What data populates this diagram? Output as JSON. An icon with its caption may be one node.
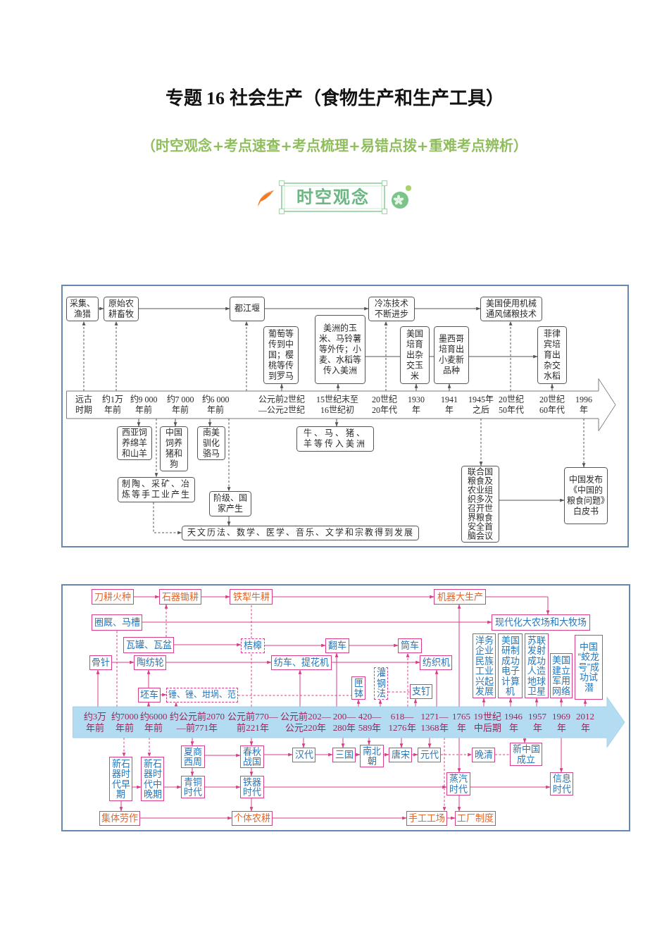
{
  "diagram": {
    "title": "专题 16 社会生产（食物生产和生产工具）",
    "nodes": [
      {
        "text": [
          "时空观念"
        ]
      },
      {
        "text": [
          "采集、渔猎"
        ]
      },
      {
        "text": [
          "原始农耕畜牧"
        ]
      },
      {
        "text": [
          "都江堰"
        ]
      },
      {
        "text": [
          "冷冻技术不断进步"
        ]
      },
      {
        "text": [
          "美国使用机械通风储粮技术"
        ]
      },
      {
        "text": [
          "葡萄等传到中国；樱桃等传到罗马"
        ]
      },
      {
        "text": [
          "美洲的玉米、马铃薯等外传；小麦、水稻等传入美洲"
        ]
      },
      {
        "text": [
          "美国培育出杂交玉米"
        ]
      },
      {
        "text": [
          "墨西哥培育出小麦新品种"
        ]
      },
      {
        "text": [
          "菲律宾培育出杂交水稻"
        ]
      },
      {
        "text": [],
        "shape": "arrow"
      },
      {
        "text": [
          "远古时期"
        ],
        "in": 11
      },
      {
        "text": [
          "约1万年前"
        ],
        "in": 11
      },
      {
        "text": [
          "约9 000年前"
        ],
        "in": 11
      },
      {
        "text": [
          "约7 000年前"
        ],
        "in": 11
      },
      {
        "text": [
          "约6 000年前"
        ],
        "in": 11
      },
      {
        "text": [
          "公元前2世纪—公元2世纪"
        ],
        "in": 11
      },
      {
        "text": [
          "15世纪末至16世纪初"
        ],
        "in": 11
      },
      {
        "text": [
          "20世纪20年代"
        ],
        "in": 11
      },
      {
        "text": [
          "1930年"
        ],
        "in": 11
      },
      {
        "text": [
          "1941年"
        ],
        "in": 11
      },
      {
        "text": [
          "1945年之后"
        ],
        "in": 11
      },
      {
        "text": [
          "20世纪50年代"
        ],
        "in": 11
      },
      {
        "text": [
          "20世纪60年代"
        ],
        "in": 11
      },
      {
        "text": [
          "1996年"
        ],
        "in": 11
      },
      {
        "text": [
          "西亚饲养绵羊和山羊"
        ]
      },
      {
        "text": [
          "中国饲养猪和狗"
        ]
      },
      {
        "text": [
          "南美驯化骆马"
        ]
      },
      {
        "text": [
          "牛、马、猪、羊等传入美洲"
        ]
      },
      {
        "text": [
          "制陶、采矿、冶炼等手工业产生"
        ]
      },
      {
        "text": [
          "阶级、国家产生"
        ]
      },
      {
        "text": [
          "联合国粮食及农业组织多次召开世界粮食安全首脑会议"
        ]
      },
      {
        "text": [
          "中国发布《中国的粮食问题》白皮书"
        ]
      },
      {
        "text": [
          "天文历法、数学、医学、音乐、文学和宗教得到发展"
        ]
      },
      {
        "text": [
          "刀耕火种"
        ]
      },
      {
        "text": [
          "石器锄耕"
        ]
      },
      {
        "text": [
          "铁犁牛耕"
        ]
      },
      {
        "text": [
          "机器大生产"
        ]
      },
      {
        "text": [
          "圈厩、马槽"
        ]
      },
      {
        "text": [
          "现代化大农场和大牧场"
        ]
      },
      {
        "text": [
          "瓦罐、瓦盆"
        ]
      },
      {
        "text": [
          "桔槔"
        ]
      },
      {
        "text": [
          "翻车"
        ]
      },
      {
        "text": [
          "筒车"
        ]
      },
      {
        "text": [
          "骨针"
        ]
      },
      {
        "text": [
          "陶纺轮"
        ]
      },
      {
        "text": [
          "纺车、提花机"
        ]
      },
      {
        "text": [
          "纺织机"
        ]
      },
      {
        "text": [
          "洋务企业民族工业兴起发展"
        ]
      },
      {
        "text": [
          "美国研制成功电子计算机"
        ]
      },
      {
        "text": [
          "苏联发射成功人造地球卫星"
        ]
      },
      {
        "text": [
          "美国建立军用网络"
        ]
      },
      {
        "text": [
          "中国“蛟龙号”成功试潜"
        ]
      },
      {
        "text": [
          "匣钵"
        ]
      },
      {
        "text": [
          "灌钢法"
        ]
      },
      {
        "text": [
          "坯车"
        ]
      },
      {
        "text": [
          "锤、锉、坩埚、范"
        ]
      },
      {
        "text": [
          "支钉"
        ]
      },
      {
        "text": [],
        "shape": "arrow"
      },
      {
        "text": [
          "约3万年前"
        ],
        "in": 59
      },
      {
        "text": [
          "约7000年前"
        ],
        "in": 59
      },
      {
        "text": [
          "约6000年前"
        ],
        "in": 59
      },
      {
        "text": [
          "约公元前2070—前771年"
        ],
        "in": 59
      },
      {
        "text": [
          "公元前770—前221年"
        ],
        "in": 59
      },
      {
        "text": [
          "公元前202—公元220年"
        ],
        "in": 59
      },
      {
        "text": [
          "200—280年"
        ],
        "in": 59
      },
      {
        "text": [
          "420—589年"
        ],
        "in": 59
      },
      {
        "text": [
          "618—1276年"
        ],
        "in": 59
      },
      {
        "text": [
          "1271—1368年"
        ],
        "in": 59
      },
      {
        "text": [
          "1765年"
        ],
        "in": 59
      },
      {
        "text": [
          "19世纪中后期"
        ],
        "in": 59
      },
      {
        "text": [
          "1946年"
        ],
        "in": 59
      },
      {
        "text": [
          "1957年"
        ],
        "in": 59
      },
      {
        "text": [
          "1969年"
        ],
        "in": 59
      },
      {
        "text": [
          "2012年"
        ],
        "in": 59
      },
      {
        "text": [
          "夏商西周"
        ]
      },
      {
        "text": [
          "春秋战国"
        ]
      },
      {
        "text": [
          "汉代"
        ]
      },
      {
        "text": [
          "三国"
        ]
      },
      {
        "text": [
          "南北朝"
        ]
      },
      {
        "text": [
          "唐宋"
        ]
      },
      {
        "text": [
          "元代"
        ]
      },
      {
        "text": [
          "晚清"
        ]
      },
      {
        "text": [
          "新中国成立"
        ]
      },
      {
        "text": [
          "新石器时代早期"
        ]
      },
      {
        "text": [
          "新石器时代中晚期"
        ]
      },
      {
        "text": [
          "青铜时代"
        ]
      },
      {
        "text": [
          "铁器时代"
        ]
      },
      {
        "text": [
          "蒸汽时代"
        ]
      },
      {
        "text": [
          "信息时代"
        ]
      },
      {
        "text": [
          "集体劳作"
        ]
      },
      {
        "text": [
          "个体农耕"
        ]
      },
      {
        "text": [
          "手工工场"
        ]
      },
      {
        "text": [
          "工厂制度"
        ]
      }
    ],
    "edges": [
      {
        "from": 1,
        "to": 2,
        "arrow": "to",
        "color": "#555555"
      },
      {
        "from": 2,
        "to": 3,
        "arrow": "to",
        "color": "#555555"
      },
      {
        "from": 3,
        "to": 4,
        "arrow": "to",
        "color": "#555555"
      },
      {
        "from": 4,
        "to": 5,
        "arrow": "to",
        "color": "#555555"
      },
      {
        "from": 7,
        "to": 8,
        "arrow": "none",
        "color": "#555555"
      },
      {
        "from": 8,
        "to": 9,
        "arrow": "none",
        "color": "#555555"
      },
      {
        "from": 9,
        "to": 10,
        "arrow": "to",
        "color": "#555555"
      },
      {
        "from": 12,
        "to": 1,
        "arrow": "to",
        "style": "dashed",
        "color": "#555555"
      },
      {
        "from": 13,
        "to": 2,
        "arrow": "to",
        "style": "dashed",
        "color": "#555555"
      },
      {
        "from": 11,
        "to": 3,
        "arrow": "to",
        "style": "dashed",
        "color": "#555555"
      },
      {
        "from": 17,
        "to": 6,
        "arrow": "to",
        "color": "#555555"
      },
      {
        "from": 18,
        "to": 7,
        "arrow": "to",
        "color": "#555555"
      },
      {
        "from": 19,
        "to": 4,
        "arrow": "to",
        "style": "dashed",
        "color": "#555555"
      },
      {
        "from": 20,
        "to": 8,
        "arrow": "to",
        "color": "#555555"
      },
      {
        "from": 21,
        "to": 9,
        "arrow": "to",
        "color": "#555555"
      },
      {
        "from": 23,
        "to": 5,
        "arrow": "to",
        "style": "dashed",
        "color": "#555555"
      },
      {
        "from": 24,
        "to": 10,
        "arrow": "to",
        "color": "#555555"
      },
      {
        "from": 14,
        "to": 26,
        "arrow": "to",
        "color": "#555555"
      },
      {
        "from": 15,
        "to": 27,
        "arrow": "to",
        "color": "#555555"
      },
      {
        "from": 16,
        "to": 28,
        "arrow": "to",
        "color": "#555555"
      },
      {
        "from": 18,
        "to": 29,
        "arrow": "to",
        "color": "#555555"
      },
      {
        "from": 11,
        "to": 30,
        "arrow": "to",
        "style": "dashed",
        "color": "#555555"
      },
      {
        "from": 11,
        "to": 31,
        "arrow": "to",
        "style": "dashed",
        "color": "#555555"
      },
      {
        "from": 22,
        "to": 32,
        "arrow": "to",
        "style": "dashed",
        "color": "#555555"
      },
      {
        "from": 25,
        "to": 33,
        "arrow": "to",
        "style": "dashed",
        "color": "#555555"
      },
      {
        "from": 32,
        "to": 33,
        "arrow": "to",
        "color": "#555555"
      },
      {
        "from": 30,
        "to": 34,
        "arrow": "to",
        "style": "dashed",
        "color": "#555555"
      },
      {
        "from": 31,
        "to": 34,
        "arrow": "to",
        "color": "#555555"
      },
      {
        "from": 35,
        "to": 36,
        "arrow": "to"
      },
      {
        "from": 36,
        "to": 37,
        "arrow": "to"
      },
      {
        "from": 37,
        "to": 38,
        "arrow": "to"
      },
      {
        "from": 38,
        "to": 40,
        "arrow": "to"
      },
      {
        "from": 39,
        "to": 40,
        "arrow": "to"
      },
      {
        "from": 41,
        "to": 42,
        "arrow": "to"
      },
      {
        "from": 42,
        "to": 43,
        "arrow": "to"
      },
      {
        "from": 43,
        "to": 44,
        "arrow": "to"
      },
      {
        "from": 45,
        "to": 46,
        "arrow": "to"
      },
      {
        "from": 46,
        "to": 47,
        "arrow": "to"
      },
      {
        "from": 47,
        "to": 48,
        "arrow": "to"
      },
      {
        "from": 56,
        "to": 46,
        "arrow": "to"
      },
      {
        "from": 56,
        "to": 57,
        "arrow": "to"
      },
      {
        "from": 57,
        "to": 54,
        "arrow": "none",
        "style": "dashed"
      },
      {
        "from": 55,
        "to": 58,
        "arrow": "none",
        "style": "dashed"
      },
      {
        "from": 60,
        "to": 45,
        "arrow": "to"
      },
      {
        "from": 61,
        "to": 39,
        "arrow": "none",
        "style": "dashed"
      },
      {
        "from": 41,
        "to": 36,
        "arrow": "to",
        "style": "dashed"
      },
      {
        "from": 62,
        "to": 56,
        "arrow": "to"
      },
      {
        "from": 63,
        "to": 57,
        "arrow": "to"
      },
      {
        "from": 64,
        "to": 42,
        "arrow": "none",
        "style": "dashed"
      },
      {
        "from": 42,
        "to": 37,
        "arrow": "none",
        "style": "dashed"
      },
      {
        "from": 65,
        "to": 47,
        "arrow": "to"
      },
      {
        "from": 66,
        "to": 43,
        "arrow": "to"
      },
      {
        "from": 67,
        "to": 54,
        "arrow": "to"
      },
      {
        "from": 67,
        "to": 55,
        "arrow": "to"
      },
      {
        "from": 68,
        "to": 44,
        "arrow": "to",
        "style": "dashed"
      },
      {
        "from": 68,
        "to": 58,
        "arrow": "to"
      },
      {
        "from": 69,
        "to": 48,
        "arrow": "to"
      },
      {
        "from": 70,
        "to": 38,
        "arrow": "to"
      },
      {
        "from": 71,
        "to": 49,
        "arrow": "to"
      },
      {
        "from": 72,
        "to": 50,
        "arrow": "to"
      },
      {
        "from": 73,
        "to": 51,
        "arrow": "to"
      },
      {
        "from": 74,
        "to": 52,
        "arrow": "to"
      },
      {
        "from": 75,
        "to": 53,
        "arrow": "to"
      },
      {
        "from": 61,
        "to": 85,
        "arrow": "to",
        "style": "dashed"
      },
      {
        "from": 62,
        "to": 86,
        "arrow": "to",
        "style": "dashed"
      },
      {
        "from": 63,
        "to": 76,
        "arrow": "to"
      },
      {
        "from": 64,
        "to": 77,
        "arrow": "to"
      },
      {
        "from": 65,
        "to": 78,
        "arrow": "to"
      },
      {
        "from": 66,
        "to": 79,
        "arrow": "to"
      },
      {
        "from": 67,
        "to": 80,
        "arrow": "to"
      },
      {
        "from": 68,
        "to": 81,
        "arrow": "to"
      },
      {
        "from": 69,
        "to": 82,
        "arrow": "to"
      },
      {
        "from": 69,
        "to": 93,
        "arrow": "to",
        "style": "dashed"
      },
      {
        "from": 82,
        "to": 83,
        "arrow": "to",
        "style": "dashed"
      },
      {
        "from": 83,
        "to": 84,
        "arrow": "none",
        "style": "dashed"
      },
      {
        "from": 70,
        "to": 89,
        "arrow": "to"
      },
      {
        "from": 59,
        "to": 84,
        "arrow": "to"
      },
      {
        "from": 74,
        "to": 90,
        "arrow": "to"
      },
      {
        "from": 85,
        "to": 86,
        "arrow": "to"
      },
      {
        "from": 86,
        "to": 87,
        "arrow": "to"
      },
      {
        "from": 87,
        "to": 88,
        "arrow": "to"
      },
      {
        "from": 88,
        "to": 89,
        "arrow": "to"
      },
      {
        "from": 89,
        "to": 90,
        "arrow": "to"
      },
      {
        "from": 76,
        "to": 87,
        "arrow": "to"
      },
      {
        "from": 77,
        "to": 88,
        "arrow": "to"
      },
      {
        "from": 76,
        "to": 77,
        "arrow": "to"
      },
      {
        "from": 77,
        "to": 78,
        "arrow": "to"
      },
      {
        "from": 78,
        "to": 79,
        "arrow": "to"
      },
      {
        "from": 79,
        "to": 80,
        "arrow": "to"
      },
      {
        "from": 80,
        "to": 81,
        "arrow": "to"
      },
      {
        "from": 81,
        "to": 82,
        "arrow": "to"
      },
      {
        "from": 85,
        "to": 91,
        "arrow": "to"
      },
      {
        "from": 91,
        "to": 92,
        "arrow": "to"
      },
      {
        "from": 88,
        "to": 92,
        "arrow": "to"
      },
      {
        "from": 92,
        "to": 93,
        "arrow": "to"
      },
      {
        "from": 93,
        "to": 94,
        "arrow": "to"
      },
      {
        "from": 89,
        "to": 94,
        "arrow": "to"
      }
    ],
    "labels": [
      "（时空观念+考点速查+考点梳理+易错点拨+重难考点辨析）"
    ]
  }
}
